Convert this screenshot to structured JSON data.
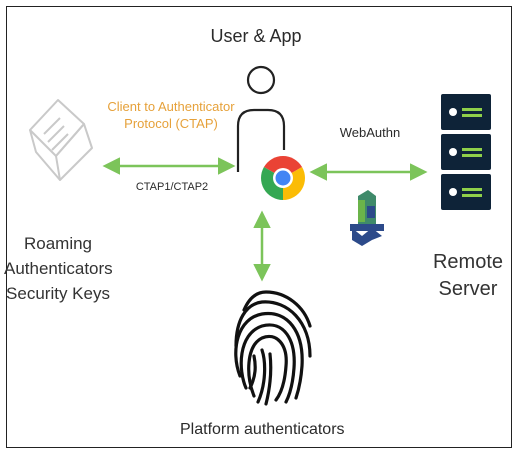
{
  "diagram": {
    "user_app_label": "User & App",
    "ctap_label_line1": "Client to Authenticator",
    "ctap_label_line2": "Protocol (CTAP)",
    "ctap_versions": "CTAP1/CTAP2",
    "webauthn_label": "WebAuthn",
    "roaming_line1": "Roaming",
    "roaming_line2": "Authenticators",
    "roaming_line3": "Security Keys",
    "remote_line1": "Remote",
    "remote_line2": "Server",
    "platform_label": "Platform authenticators"
  },
  "icons": {
    "user": "user-outline-icon",
    "browser": "chrome-icon",
    "security_key": "security-key-icon",
    "server": "server-rack-icon",
    "fingerprint": "fingerprint-icon",
    "webauthn_badge": "webauthn-badge-icon"
  },
  "colors": {
    "arrow": "#7cc45a",
    "ctap_text": "#e6a13a",
    "server": "#0e2338",
    "server_light": "#8fd04a",
    "badge": "#2c4a8a"
  }
}
